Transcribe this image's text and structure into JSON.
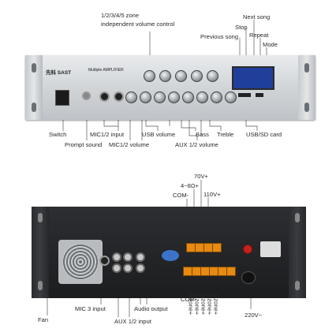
{
  "front_labels": {
    "zone_volume_line1": "1/2/3/4/5 zone",
    "zone_volume_line2": "independent volume control",
    "next_song": "Next song",
    "stop": "Stop",
    "repeat": "Repeat",
    "previous_song": "Previous song",
    "mode": "Mode",
    "switch": "Switch",
    "prompt_sound": "Prompt sound",
    "mic_input": "MIC1/2 input",
    "usb_volume": "USB volume",
    "mic_volume": "MIC1/2 volume",
    "bass": "Bass",
    "treble": "Treble",
    "aux_volume": "AUX 1/2 volume",
    "usb_sd": "USB/SD card"
  },
  "rear_labels": {
    "v70": "70V+",
    "ohm": "4~8Ω+",
    "com_top": "COM-",
    "v110": "110V+",
    "fan": "Fan",
    "mic3": "MIC 3 input",
    "aux_input": "AUX 1/2 input",
    "audio_output": "Audio output",
    "com_bottom": "COM-",
    "zone5": "5 zone+",
    "zone4": "4 zone+",
    "zone3": "3 zone+",
    "zone2": "2 zone+",
    "zone1": "1 zone+",
    "v220": "220V~"
  },
  "device": {
    "brand": "先科 SAST",
    "model": "Multiple AMPLIFIER"
  },
  "colors": {
    "lcd": "#1f3f9a",
    "terminal": "#e68a12",
    "badge": "#3b73c9"
  }
}
